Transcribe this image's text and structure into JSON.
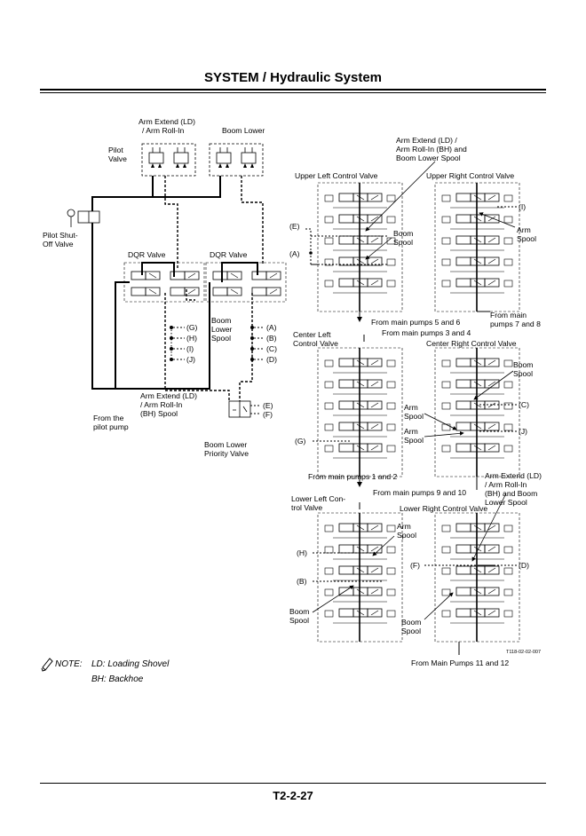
{
  "header": {
    "title": "SYSTEM / Hydraulic System"
  },
  "footer": {
    "page_number": "T2-2-27"
  },
  "labels": {
    "pilot_arm": [
      "Arm Extend (LD)",
      "/ Arm Roll-In"
    ],
    "pilot_boom": "Boom Lower",
    "pilot_valve": [
      "Pilot",
      "Valve"
    ],
    "shutoff": [
      "Pilot Shut-",
      "Off Valve"
    ],
    "dqr_left": "DQR Valve",
    "dqr_right": "DQR Valve",
    "boom_lower_spool": [
      "Boom",
      "Lower",
      "Spool"
    ],
    "arm_extend_spool": [
      "Arm Extend (LD)",
      "/ Arm Roll-In",
      "(BH) Spool"
    ],
    "from_pilot_pump": [
      "From the",
      "pilot pump"
    ],
    "priority_valve": [
      "Boom Lower",
      "Priority Valve"
    ],
    "upper_note": [
      "Arm Extend (LD) /",
      "Arm Roll-In (BH) and",
      "Boom Lower Spool"
    ],
    "upper_left": "Upper Left Control Valve",
    "upper_right": "Upper Right Control Valve",
    "boom_spool_ul": [
      "Boom",
      "Spool"
    ],
    "arm_spool_ur": [
      "Arm",
      "Spool"
    ],
    "pumps_5_6": "From main pumps 5 and 6",
    "pumps_7_8": [
      "From main",
      "pumps 7 and 8"
    ],
    "pumps_3_4": "From main pumps 3 and 4",
    "center_left": [
      "Center Left",
      "Control Valve"
    ],
    "center_right": "Center Right Control Valve",
    "boom_spool_cr": [
      "Boom",
      "Spool"
    ],
    "arm_spool_cr1": [
      "Arm",
      "Spool"
    ],
    "arm_spool_cr2": [
      "Arm",
      "Spool"
    ],
    "pumps_1_2": "From main pumps 1 and 2",
    "pumps_9_10": "From main pumps 9 and 10",
    "lower_note": [
      "Arm Extend (LD)",
      "/ Arm Roll-In",
      "(BH) and Boom",
      "Lower Spool"
    ],
    "lower_left": [
      "Lower Left Con-",
      "trol Valve"
    ],
    "lower_right": "Lower Right Control Valve",
    "arm_spool_ll": [
      "Arm",
      "Spool"
    ],
    "boom_spool_ll": [
      "Boom",
      "Spool"
    ],
    "boom_spool_lr": [
      "Boom",
      "Spool"
    ],
    "pumps_11_12": "From Main Pumps 11 and 12",
    "fig_code": "T118-02-02-007",
    "ports": {
      "A": "(A)",
      "B": "(B)",
      "C": "(C)",
      "D": "(D)",
      "E": "(E)",
      "F": "(F)",
      "G": "(G)",
      "H": "(H)",
      "I": "(I)",
      "J": "(J)"
    }
  },
  "note": {
    "prefix": "NOTE:",
    "line1": "LD: Loading Shovel",
    "line2": "BH: Backhoe"
  }
}
